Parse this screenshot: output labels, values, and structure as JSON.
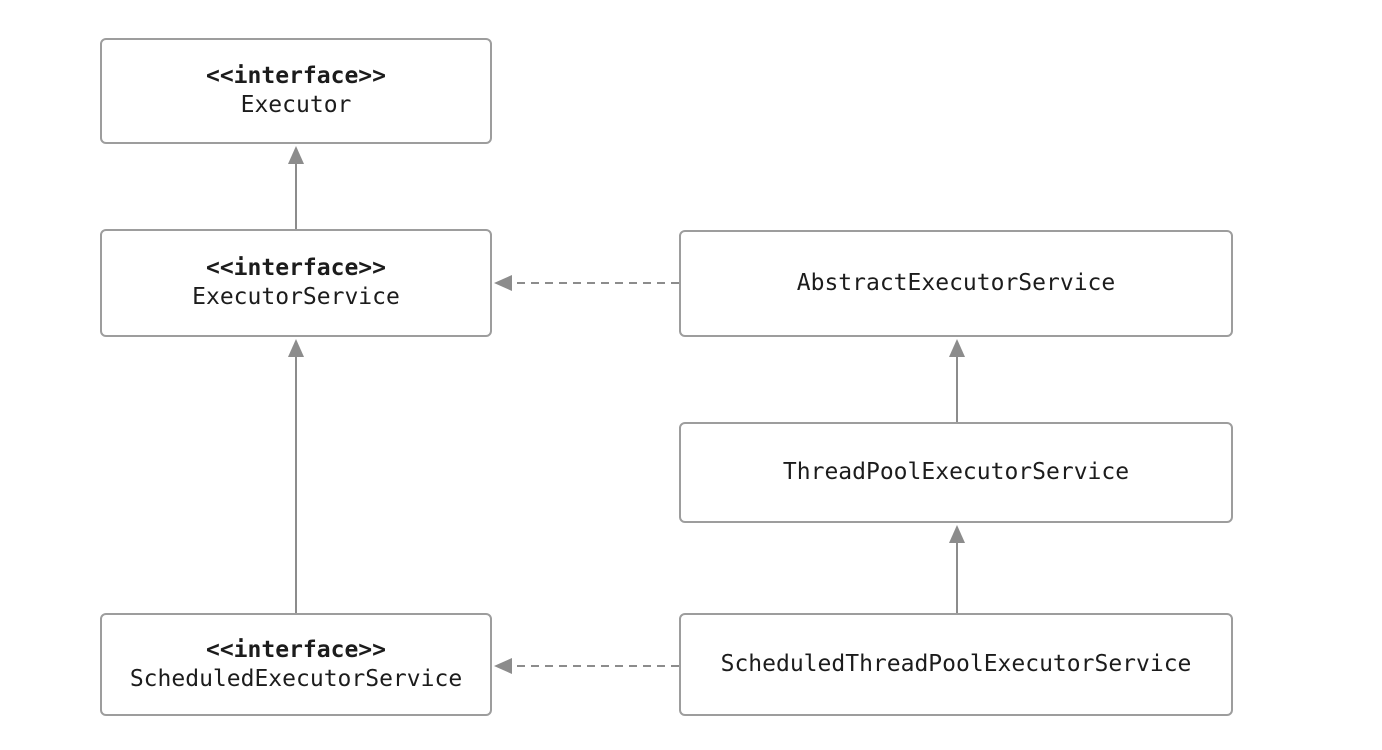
{
  "diagram": {
    "type": "uml-class-diagram",
    "nodes": [
      {
        "id": "executor",
        "stereotype": "<<interface>>",
        "name": "Executor"
      },
      {
        "id": "executor-service",
        "stereotype": "<<interface>>",
        "name": "ExecutorService"
      },
      {
        "id": "scheduled-executor-service",
        "stereotype": "<<interface>>",
        "name": "ScheduledExecutorService"
      },
      {
        "id": "abstract-executor-service",
        "name": "AbstractExecutorService"
      },
      {
        "id": "thread-pool-executor-service",
        "name": "ThreadPoolExecutorService"
      },
      {
        "id": "scheduled-thread-pool-executor-service",
        "name": "ScheduledThreadPoolExecutorService"
      }
    ],
    "edges": [
      {
        "from": "ExecutorService",
        "to": "Executor",
        "line": "solid",
        "head": "filled-triangle",
        "direction": "up"
      },
      {
        "from": "ScheduledExecutorService",
        "to": "ExecutorService",
        "line": "solid",
        "head": "filled-triangle",
        "direction": "up"
      },
      {
        "from": "ThreadPoolExecutorService",
        "to": "AbstractExecutorService",
        "line": "solid",
        "head": "filled-triangle",
        "direction": "up"
      },
      {
        "from": "ScheduledThreadPoolExecutorService",
        "to": "ThreadPoolExecutorService",
        "line": "solid",
        "head": "filled-triangle",
        "direction": "up"
      },
      {
        "from": "AbstractExecutorService",
        "to": "ExecutorService",
        "line": "dashed",
        "head": "filled-triangle",
        "direction": "left"
      },
      {
        "from": "ScheduledThreadPoolExecutorService",
        "to": "ScheduledExecutorService",
        "line": "dashed",
        "head": "filled-triangle",
        "direction": "left"
      }
    ],
    "colors": {
      "background": "#ffffff",
      "box_fill": "#ffffff",
      "box_border": "#9d9d9d",
      "connector": "#8c8c8c",
      "text": "#1c1c1c"
    }
  }
}
